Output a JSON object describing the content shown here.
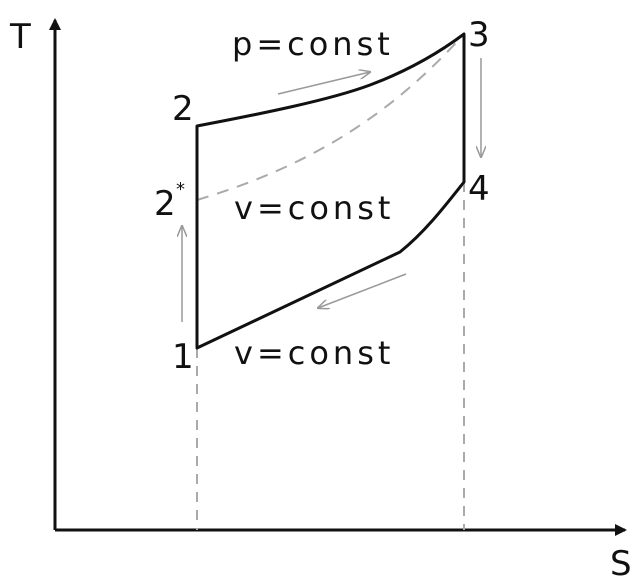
{
  "axes": {
    "y_label": "T",
    "x_label": "S"
  },
  "points": {
    "p1": "1",
    "p2": "2",
    "p2_star": "2",
    "p2_star_sup": "*",
    "p3": "3",
    "p4": "4"
  },
  "processes": {
    "top": "p=const",
    "middle": "v=const",
    "bottom": "v=const"
  },
  "colors": {
    "line": "#111111",
    "dashed": "#aaaaaa",
    "arrow": "#999999"
  }
}
